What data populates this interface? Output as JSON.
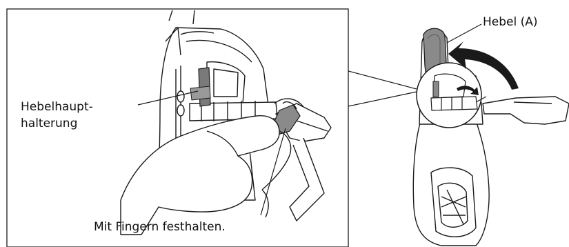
{
  "labels": {
    "main_mount_line1": "Hebelhaupt-",
    "main_mount_line2": "halterung",
    "hold_fingers": "Mit Fingern festhalten.",
    "lever": "Hebel (A)"
  },
  "colors": {
    "line": "#1a1a1a",
    "gray_part": "#8a8a8a",
    "dark_part": "#555555",
    "light_fill": "#ffffff",
    "arrow": "#1a1a1a"
  }
}
